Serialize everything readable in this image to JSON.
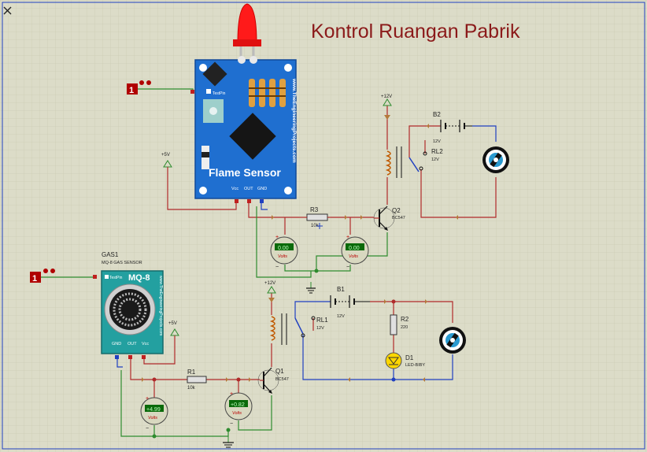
{
  "title": "Kontrol Ruangan Pabrik",
  "flame_sensor": {
    "label": "Flame Sensor",
    "website": "www.TheEngineeringProjects.com",
    "logic_text": "TestPin",
    "pins": [
      "Vcc",
      "OUT",
      "GND"
    ]
  },
  "gas_sensor": {
    "ref": "GAS1",
    "model": "MQ-8 GAS SENSOR",
    "label": "MQ-8",
    "website": "www.TheEngineeringProjects.com",
    "logic_text": "TestPin",
    "pins": [
      "GND",
      "OUT",
      "Vcc"
    ]
  },
  "logic_inputs": [
    {
      "value": "1"
    },
    {
      "value": "1"
    }
  ],
  "power": {
    "p5v_top": "+5V",
    "p5v_bottom": "+5V",
    "p12v_top": "+12V",
    "p12v_bottom": "+12V"
  },
  "components": {
    "r3": {
      "ref": "R3",
      "value": "10k"
    },
    "r1": {
      "ref": "R1",
      "value": "10k"
    },
    "r2": {
      "ref": "R2",
      "value": "220"
    },
    "q2": {
      "ref": "Q2",
      "type": "BC547"
    },
    "q1": {
      "ref": "Q1",
      "type": "BC547"
    },
    "rl2": {
      "ref": "RL2",
      "value": "12V"
    },
    "rl1": {
      "ref": "RL1",
      "value": "12V"
    },
    "b2": {
      "ref": "B2",
      "value": "12V"
    },
    "b1": {
      "ref": "B1",
      "value": "12V"
    },
    "d1": {
      "ref": "D1",
      "type": "LED-BIBY"
    }
  },
  "voltmeters": [
    {
      "reading": "0.00",
      "unit": "Volts"
    },
    {
      "reading": "0.00",
      "unit": "Volts"
    },
    {
      "reading": "+4.99",
      "unit": "Volts"
    },
    {
      "reading": "+0.82",
      "unit": "Volts"
    }
  ],
  "colors": {
    "wire": "#b02a2a",
    "wire_ground": "#2e8b2e",
    "wire_blue": "#2040c0",
    "title": "#8b1a1a",
    "sensor_board": "#1f6fd0",
    "gas_board": "#23a0a0"
  }
}
